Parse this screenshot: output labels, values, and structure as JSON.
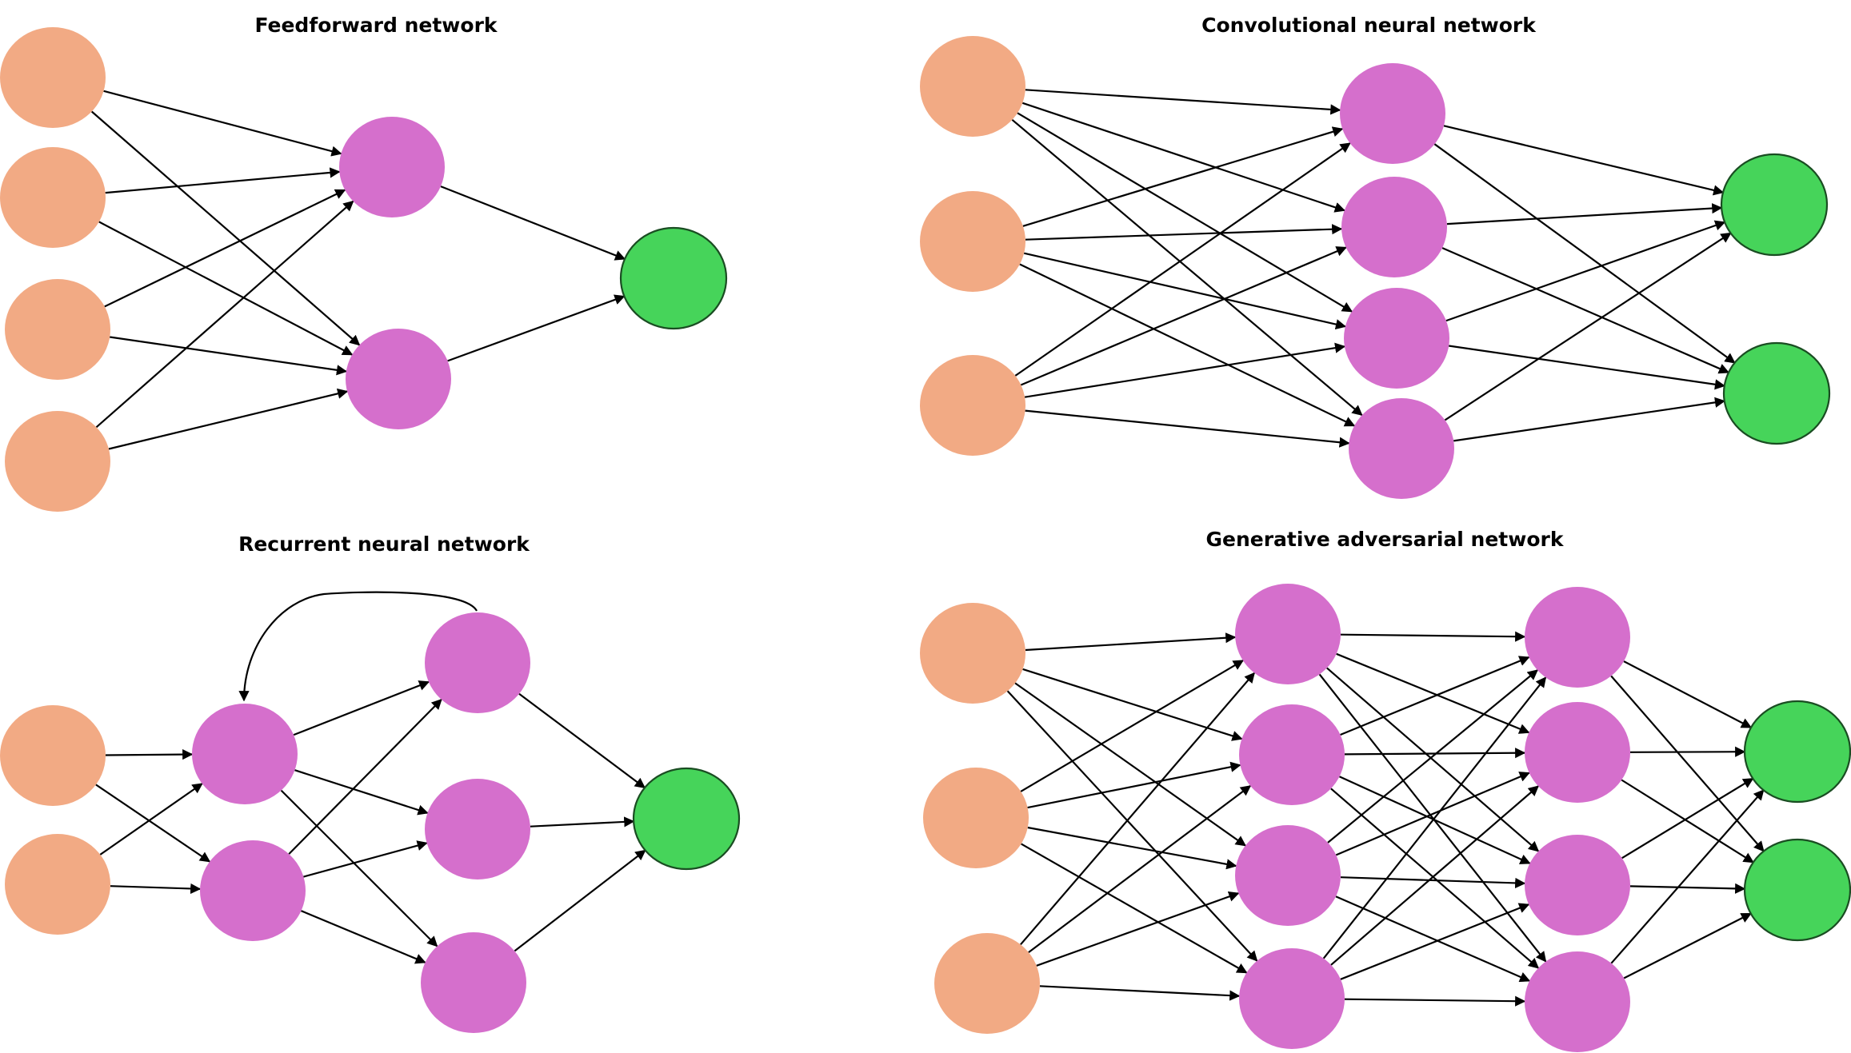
{
  "colors": {
    "input": "#f2aa84",
    "hidden": "#d56fcc",
    "output": "#46d45a",
    "output_stroke": "#1a4d22",
    "edge": "#000000",
    "background": "#ffffff"
  },
  "panels": [
    {
      "title": "Feedforward network",
      "layers": [
        {
          "role": "input",
          "count": 4
        },
        {
          "role": "hidden",
          "count": 2
        },
        {
          "role": "output",
          "count": 1
        }
      ],
      "connections": "all-to-all between consecutive layers",
      "recurrent_loop": false
    },
    {
      "title": "Convolutional neural network",
      "layers": [
        {
          "role": "input",
          "count": 3
        },
        {
          "role": "hidden",
          "count": 4
        },
        {
          "role": "output",
          "count": 2
        }
      ],
      "connections": "all-to-all between consecutive layers",
      "recurrent_loop": false
    },
    {
      "title": "Recurrent neural network",
      "layers": [
        {
          "role": "input",
          "count": 2
        },
        {
          "role": "hidden",
          "count": 2
        },
        {
          "role": "hidden",
          "count": 3
        },
        {
          "role": "output",
          "count": 1
        }
      ],
      "connections": "all-to-all between consecutive layers",
      "recurrent_loop": true
    },
    {
      "title": "Generative adversarial network",
      "layers": [
        {
          "role": "input",
          "count": 3
        },
        {
          "role": "hidden",
          "count": 4
        },
        {
          "role": "hidden",
          "count": 4
        },
        {
          "role": "output",
          "count": 2
        }
      ],
      "connections": "all-to-all between consecutive layers",
      "recurrent_loop": false
    }
  ]
}
